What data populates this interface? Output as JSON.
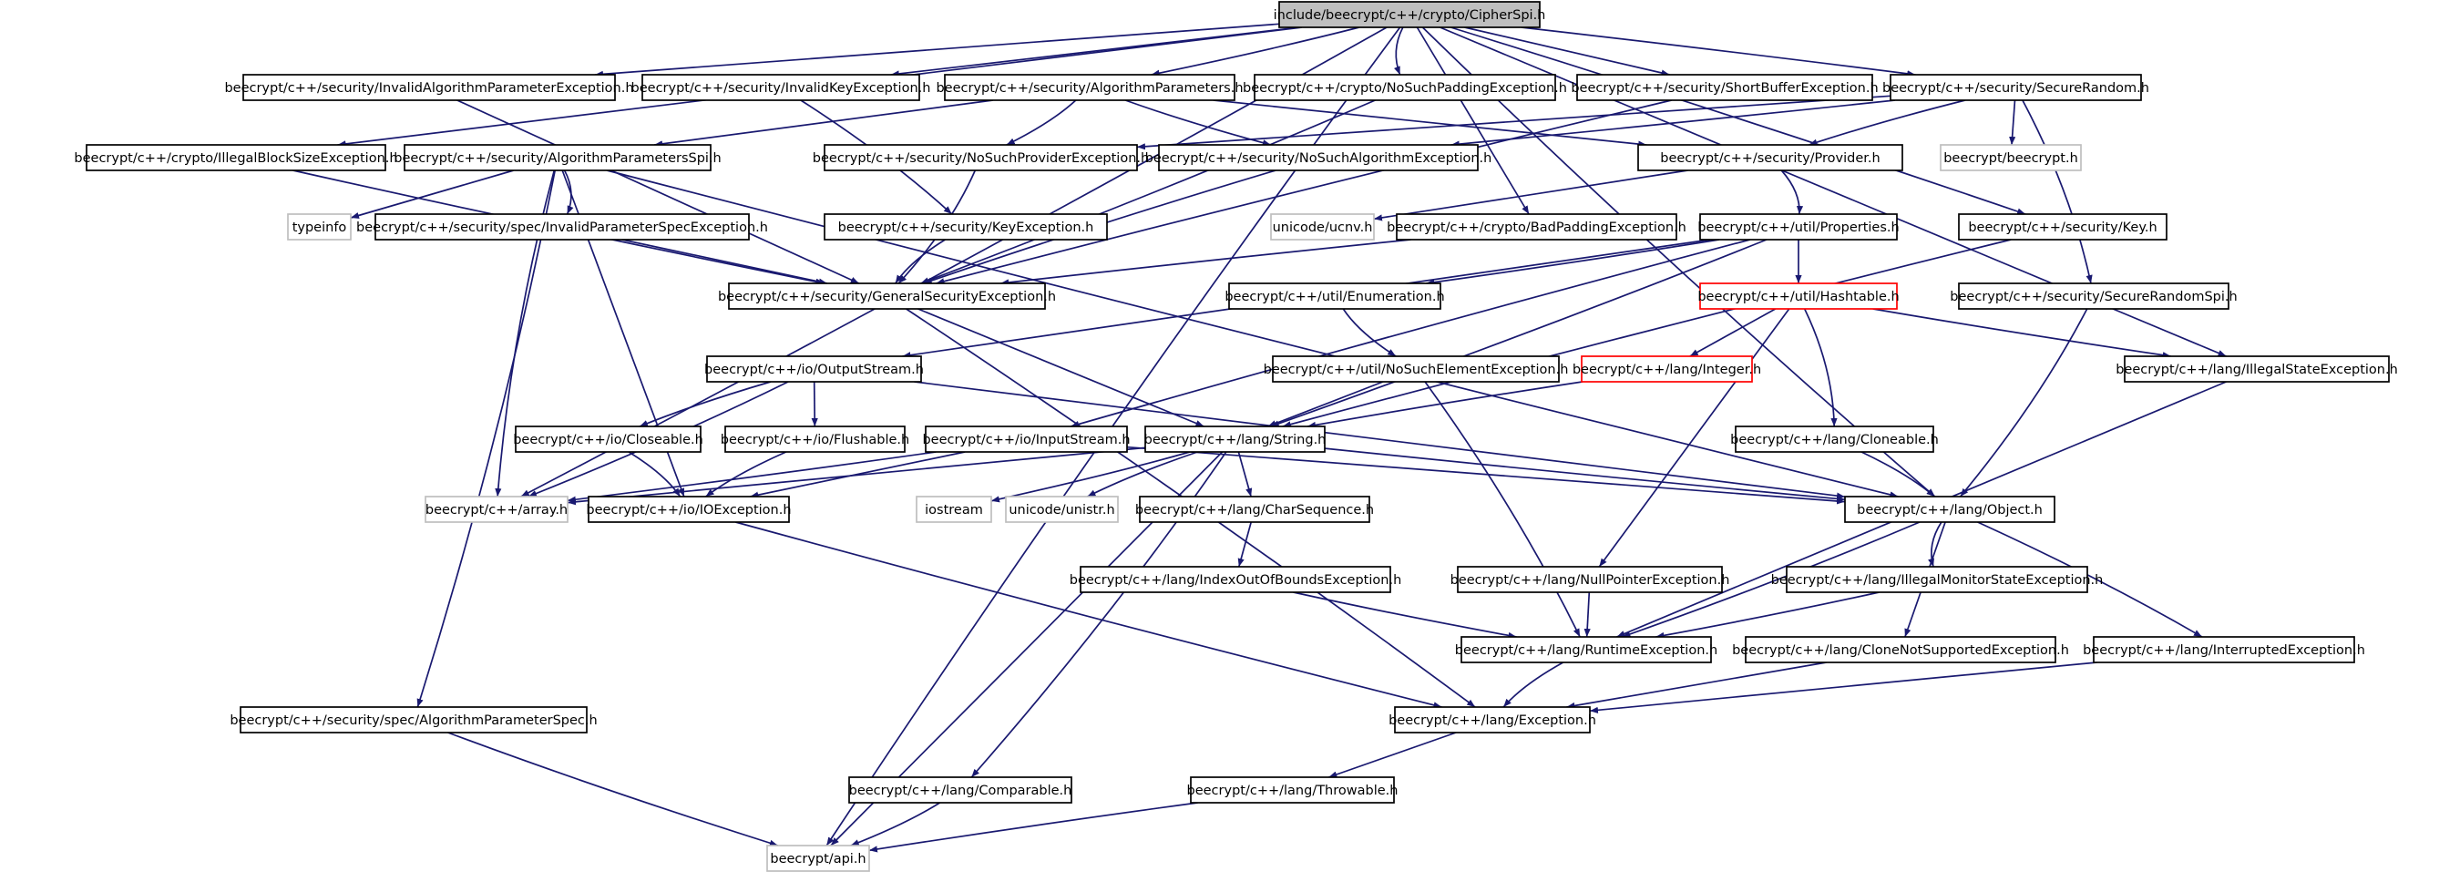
{
  "colors": {
    "edge": "#191970",
    "node_border_normal": "#000000",
    "node_border_ghost": "#bfbfbf",
    "node_border_truncated": "#ff0000",
    "root_fill": "#bfbfbf",
    "node_fill": "#ffffff"
  },
  "nodes": [
    {
      "id": "root",
      "label": "include/beecrypt/c++/crypto/CipherSpi.h",
      "kind": "root"
    },
    {
      "id": "invAlgParEx",
      "label": "beecrypt/c++/security/InvalidAlgorithmParameterException.h",
      "kind": "normal"
    },
    {
      "id": "invKeyEx",
      "label": "beecrypt/c++/security/InvalidKeyException.h",
      "kind": "normal"
    },
    {
      "id": "algParams",
      "label": "beecrypt/c++/security/AlgorithmParameters.h",
      "kind": "normal"
    },
    {
      "id": "noSuchPadEx",
      "label": "beecrypt/c++/crypto/NoSuchPaddingException.h",
      "kind": "normal"
    },
    {
      "id": "shortBufEx",
      "label": "beecrypt/c++/security/ShortBufferException.h",
      "kind": "normal"
    },
    {
      "id": "secRandom",
      "label": "beecrypt/c++/security/SecureRandom.h",
      "kind": "normal"
    },
    {
      "id": "illBlockEx",
      "label": "beecrypt/c++/crypto/IllegalBlockSizeException.h",
      "kind": "normal"
    },
    {
      "id": "algParamsSpi",
      "label": "beecrypt/c++/security/AlgorithmParametersSpi.h",
      "kind": "normal"
    },
    {
      "id": "noSuchProvEx",
      "label": "beecrypt/c++/security/NoSuchProviderException.h",
      "kind": "normal"
    },
    {
      "id": "noSuchAlgEx",
      "label": "beecrypt/c++/security/NoSuchAlgorithmException.h",
      "kind": "normal"
    },
    {
      "id": "provider",
      "label": "beecrypt/c++/security/Provider.h",
      "kind": "normal"
    },
    {
      "id": "beecryptH",
      "label": "beecrypt/beecrypt.h",
      "kind": "ghost"
    },
    {
      "id": "typeinfo",
      "label": "typeinfo",
      "kind": "ghost"
    },
    {
      "id": "invParSpecEx",
      "label": "beecrypt/c++/security/spec/InvalidParameterSpecException.h",
      "kind": "normal"
    },
    {
      "id": "keyEx",
      "label": "beecrypt/c++/security/KeyException.h",
      "kind": "normal"
    },
    {
      "id": "ucnv",
      "label": "unicode/ucnv.h",
      "kind": "ghost"
    },
    {
      "id": "badPadEx",
      "label": "beecrypt/c++/crypto/BadPaddingException.h",
      "kind": "normal"
    },
    {
      "id": "properties",
      "label": "beecrypt/c++/util/Properties.h",
      "kind": "normal"
    },
    {
      "id": "key",
      "label": "beecrypt/c++/security/Key.h",
      "kind": "normal"
    },
    {
      "id": "genSecEx",
      "label": "beecrypt/c++/security/GeneralSecurityException.h",
      "kind": "normal"
    },
    {
      "id": "enumeration",
      "label": "beecrypt/c++/util/Enumeration.h",
      "kind": "normal"
    },
    {
      "id": "hashtable",
      "label": "beecrypt/c++/util/Hashtable.h",
      "kind": "truncated"
    },
    {
      "id": "secRandomSpi",
      "label": "beecrypt/c++/security/SecureRandomSpi.h",
      "kind": "normal"
    },
    {
      "id": "outStream",
      "label": "beecrypt/c++/io/OutputStream.h",
      "kind": "normal"
    },
    {
      "id": "noSuchElemEx",
      "label": "beecrypt/c++/util/NoSuchElementException.h",
      "kind": "normal"
    },
    {
      "id": "integer",
      "label": "beecrypt/c++/lang/Integer.h",
      "kind": "truncated"
    },
    {
      "id": "illStateEx",
      "label": "beecrypt/c++/lang/IllegalStateException.h",
      "kind": "normal"
    },
    {
      "id": "closeable",
      "label": "beecrypt/c++/io/Closeable.h",
      "kind": "normal"
    },
    {
      "id": "flushable",
      "label": "beecrypt/c++/io/Flushable.h",
      "kind": "normal"
    },
    {
      "id": "inStream",
      "label": "beecrypt/c++/io/InputStream.h",
      "kind": "normal"
    },
    {
      "id": "string",
      "label": "beecrypt/c++/lang/String.h",
      "kind": "normal"
    },
    {
      "id": "cloneable",
      "label": "beecrypt/c++/lang/Cloneable.h",
      "kind": "normal"
    },
    {
      "id": "array",
      "label": "beecrypt/c++/array.h",
      "kind": "ghost"
    },
    {
      "id": "ioEx",
      "label": "beecrypt/c++/io/IOException.h",
      "kind": "normal"
    },
    {
      "id": "iostream",
      "label": "iostream",
      "kind": "ghost"
    },
    {
      "id": "unistr",
      "label": "unicode/unistr.h",
      "kind": "ghost"
    },
    {
      "id": "charSeq",
      "label": "beecrypt/c++/lang/CharSequence.h",
      "kind": "normal"
    },
    {
      "id": "object",
      "label": "beecrypt/c++/lang/Object.h",
      "kind": "normal"
    },
    {
      "id": "idxOOBEx",
      "label": "beecrypt/c++/lang/IndexOutOfBoundsException.h",
      "kind": "normal"
    },
    {
      "id": "nullPtrEx",
      "label": "beecrypt/c++/lang/NullPointerException.h",
      "kind": "normal"
    },
    {
      "id": "illMonEx",
      "label": "beecrypt/c++/lang/IllegalMonitorStateException.h",
      "kind": "normal"
    },
    {
      "id": "runtimeEx",
      "label": "beecrypt/c++/lang/RuntimeException.h",
      "kind": "normal"
    },
    {
      "id": "cloneNSEx",
      "label": "beecrypt/c++/lang/CloneNotSupportedException.h",
      "kind": "normal"
    },
    {
      "id": "interruptedEx",
      "label": "beecrypt/c++/lang/InterruptedException.h",
      "kind": "normal"
    },
    {
      "id": "algParSpec",
      "label": "beecrypt/c++/security/spec/AlgorithmParameterSpec.h",
      "kind": "normal"
    },
    {
      "id": "exception",
      "label": "beecrypt/c++/lang/Exception.h",
      "kind": "normal"
    },
    {
      "id": "comparable",
      "label": "beecrypt/c++/lang/Comparable.h",
      "kind": "normal"
    },
    {
      "id": "throwable",
      "label": "beecrypt/c++/lang/Throwable.h",
      "kind": "normal"
    },
    {
      "id": "api",
      "label": "beecrypt/api.h",
      "kind": "ghost"
    }
  ],
  "edges": [
    [
      "root",
      "invAlgParEx"
    ],
    [
      "root",
      "invKeyEx"
    ],
    [
      "root",
      "algParams"
    ],
    [
      "root",
      "noSuchPadEx"
    ],
    [
      "root",
      "shortBufEx"
    ],
    [
      "root",
      "secRandom"
    ],
    [
      "root",
      "illBlockEx"
    ],
    [
      "root",
      "badPadEx"
    ],
    [
      "root",
      "key"
    ],
    [
      "root",
      "object"
    ],
    [
      "root",
      "illStateEx"
    ],
    [
      "root",
      "array"
    ],
    [
      "root",
      "api"
    ],
    [
      "invAlgParEx",
      "genSecEx"
    ],
    [
      "invKeyEx",
      "keyEx"
    ],
    [
      "keyEx",
      "genSecEx"
    ],
    [
      "algParams",
      "algParamsSpi"
    ],
    [
      "algParams",
      "noSuchProvEx"
    ],
    [
      "algParams",
      "noSuchAlgEx"
    ],
    [
      "algParams",
      "provider"
    ],
    [
      "noSuchPadEx",
      "genSecEx"
    ],
    [
      "shortBufEx",
      "genSecEx"
    ],
    [
      "secRandom",
      "noSuchProvEx"
    ],
    [
      "secRandom",
      "noSuchAlgEx"
    ],
    [
      "secRandom",
      "provider"
    ],
    [
      "secRandom",
      "beecryptH"
    ],
    [
      "secRandom",
      "secRandomSpi"
    ],
    [
      "illBlockEx",
      "genSecEx"
    ],
    [
      "algParamsSpi",
      "typeinfo"
    ],
    [
      "algParamsSpi",
      "invParSpecEx"
    ],
    [
      "algParamsSpi",
      "array"
    ],
    [
      "algParamsSpi",
      "ioEx"
    ],
    [
      "algParamsSpi",
      "algParSpec"
    ],
    [
      "algParamsSpi",
      "object"
    ],
    [
      "invParSpecEx",
      "genSecEx"
    ],
    [
      "noSuchProvEx",
      "genSecEx"
    ],
    [
      "noSuchAlgEx",
      "genSecEx"
    ],
    [
      "provider",
      "ucnv"
    ],
    [
      "provider",
      "properties"
    ],
    [
      "badPadEx",
      "genSecEx"
    ],
    [
      "properties",
      "hashtable"
    ],
    [
      "properties",
      "enumeration"
    ],
    [
      "properties",
      "inStream"
    ],
    [
      "properties",
      "outStream"
    ],
    [
      "properties",
      "string"
    ],
    [
      "key",
      "string"
    ],
    [
      "genSecEx",
      "string"
    ],
    [
      "genSecEx",
      "exception"
    ],
    [
      "enumeration",
      "noSuchElemEx"
    ],
    [
      "hashtable",
      "integer"
    ],
    [
      "hashtable",
      "cloneable"
    ],
    [
      "hashtable",
      "illStateEx"
    ],
    [
      "hashtable",
      "nullPtrEx"
    ],
    [
      "secRandomSpi",
      "object"
    ],
    [
      "outStream",
      "closeable"
    ],
    [
      "outStream",
      "flushable"
    ],
    [
      "outStream",
      "array"
    ],
    [
      "outStream",
      "object"
    ],
    [
      "noSuchElemEx",
      "string"
    ],
    [
      "noSuchElemEx",
      "runtimeEx"
    ],
    [
      "integer",
      "string"
    ],
    [
      "illStateEx",
      "runtimeEx"
    ],
    [
      "closeable",
      "ioEx"
    ],
    [
      "flushable",
      "ioEx"
    ],
    [
      "inStream",
      "ioEx"
    ],
    [
      "inStream",
      "array"
    ],
    [
      "inStream",
      "object"
    ],
    [
      "string",
      "array"
    ],
    [
      "string",
      "iostream"
    ],
    [
      "string",
      "unistr"
    ],
    [
      "string",
      "charSeq"
    ],
    [
      "string",
      "comparable"
    ],
    [
      "string",
      "object"
    ],
    [
      "string",
      "api"
    ],
    [
      "cloneable",
      "object"
    ],
    [
      "ioEx",
      "exception"
    ],
    [
      "charSeq",
      "idxOOBEx"
    ],
    [
      "object",
      "runtimeEx"
    ],
    [
      "object",
      "illMonEx"
    ],
    [
      "object",
      "cloneNSEx"
    ],
    [
      "object",
      "interruptedEx"
    ],
    [
      "idxOOBEx",
      "runtimeEx"
    ],
    [
      "nullPtrEx",
      "runtimeEx"
    ],
    [
      "illMonEx",
      "runtimeEx"
    ],
    [
      "runtimeEx",
      "exception"
    ],
    [
      "cloneNSEx",
      "exception"
    ],
    [
      "interruptedEx",
      "exception"
    ],
    [
      "algParSpec",
      "api"
    ],
    [
      "exception",
      "throwable"
    ],
    [
      "comparable",
      "api"
    ],
    [
      "throwable",
      "api"
    ]
  ]
}
